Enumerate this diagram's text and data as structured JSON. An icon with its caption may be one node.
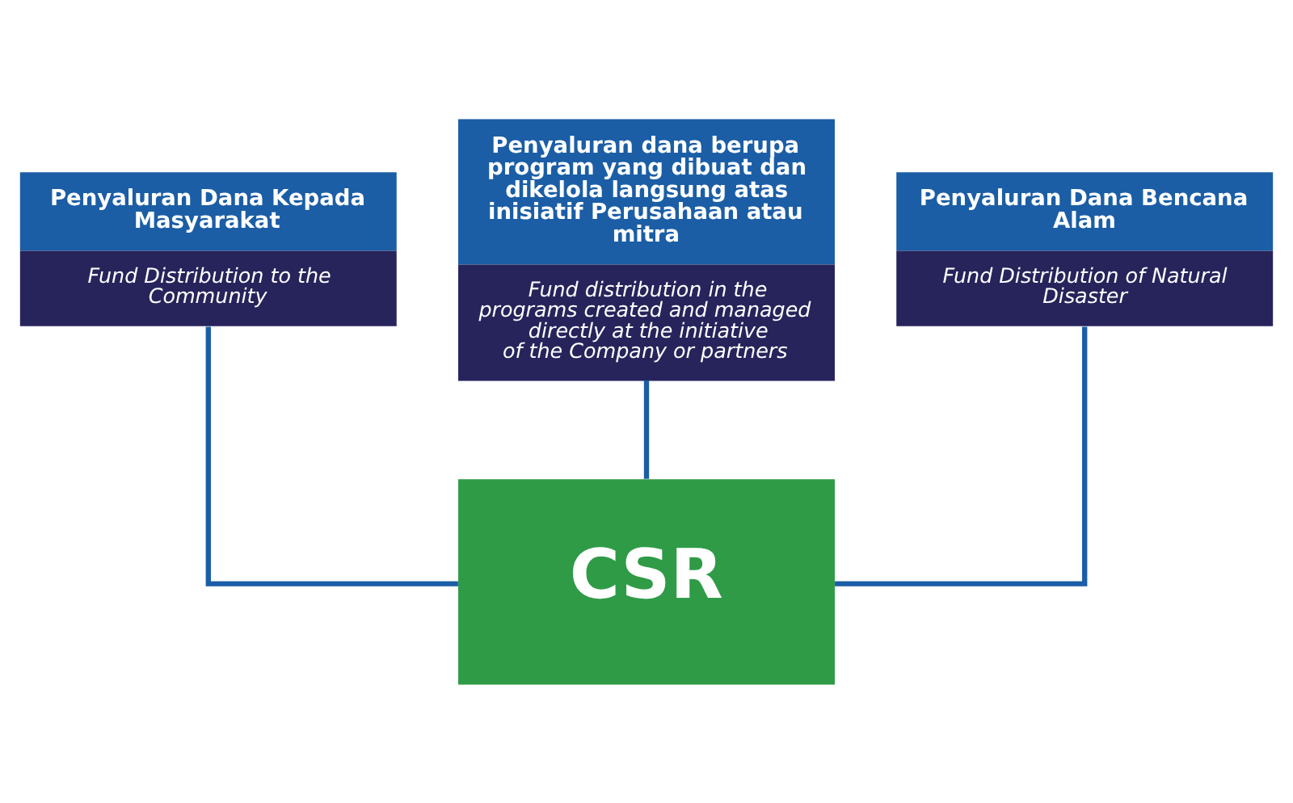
{
  "diagram": {
    "nodes": [
      {
        "text": [
          "Penyaluran Dana Kepada Masyarakat",
          "Fund Distribution to the Community"
        ]
      },
      {
        "text": [
          "Penyaluran dana berupa program yang dibuat dan dikelola langsung atas inisiatif Perusahaan atau mitra",
          "Fund distribution in the programs created and managed directly at the initiative of the Company or partners"
        ]
      },
      {
        "text": [
          "Penyaluran Dana Bencana Alam",
          "Fund Distribution of Natural Disaster"
        ]
      },
      {
        "text": [
          "CSR"
        ]
      }
    ],
    "edges": [
      {
        "from": 0,
        "to": 3,
        "arrow": "none"
      },
      {
        "from": 1,
        "to": 3,
        "arrow": "none"
      },
      {
        "from": 2,
        "to": 3,
        "arrow": "none"
      }
    ]
  }
}
